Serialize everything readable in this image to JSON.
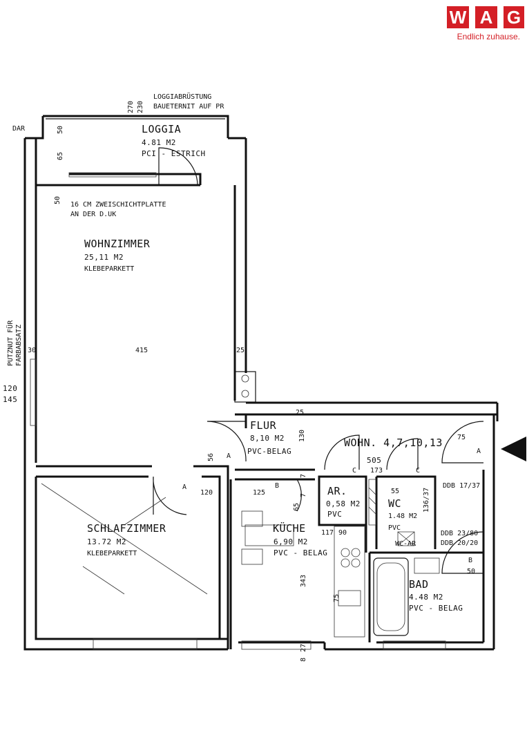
{
  "brand": {
    "letters": [
      "W",
      "A",
      "G"
    ],
    "tagline": "Endlich zuhause.",
    "color": "#d41f26"
  },
  "plan": {
    "unit_label": "WOHN. 4,7,10,13",
    "rooms": {
      "loggia": {
        "name": "LOGGIA",
        "area": "4.81 M2",
        "floor": "PCI - ESTRICH"
      },
      "wohnzimmer": {
        "name": "WOHNZIMMER",
        "area": "25,11 M2",
        "floor": "KLEBEPARKETT"
      },
      "schlafzimmer": {
        "name": "SCHLAFZIMMER",
        "area": "13.72 M2",
        "floor": "KLEBEPARKETT"
      },
      "flur": {
        "name": "FLUR",
        "area": "8,10 M2",
        "floor": "PVC-BELAG"
      },
      "ar": {
        "name": "AR.",
        "area": "0,58 M2",
        "floor": "PVC"
      },
      "wc": {
        "name": "WC",
        "area": "1.48 M2",
        "floor": "PVC"
      },
      "kueche": {
        "name": "KÜCHE",
        "area": "6,90 M2",
        "floor": "PVC - BELAG"
      },
      "bad": {
        "name": "BAD",
        "area": "4.48 M2",
        "floor": "PVC - BELAG"
      }
    },
    "notes": {
      "loggia_top1": "LOGGIABRÜSTUNG",
      "loggia_top2": "BAUETERNIT AUF PR",
      "plate1": "16 CM ZWEISCHICHTPLATTE",
      "plate2": "AN DER D.UK",
      "putznut1": "PUTZNUT FÜR",
      "putznut2": "FARBABSATZ",
      "dar": "DAR",
      "ddb1": "DDB 17/37",
      "ddb2": "DDB 23/80",
      "ddb3": "DDB 20/20",
      "wcar": "WC-AR"
    },
    "dimensions": {
      "d270": "270",
      "d230": "230",
      "d50a": "50",
      "d65a": "65",
      "d50b": "50",
      "d415": "415",
      "d30": "30",
      "d25a": "25",
      "d120a": "120",
      "d145": "145",
      "d25b": "25",
      "d130": "130",
      "d56": "56",
      "d505": "505",
      "d173": "173",
      "d120b": "120",
      "d125": "125",
      "d7a": "7",
      "d7b": "7",
      "d65b": "65",
      "d55": "55",
      "d136": "136/37",
      "d117": "117",
      "d90": "90",
      "d343": "343",
      "d75a": "75",
      "d75b": "75",
      "d50c": "50",
      "d27": "27",
      "d8": "8"
    },
    "markers": {
      "a1": "A",
      "a2": "A",
      "a3": "A",
      "b1": "B",
      "b2": "B",
      "c1": "C",
      "c2": "C"
    }
  }
}
